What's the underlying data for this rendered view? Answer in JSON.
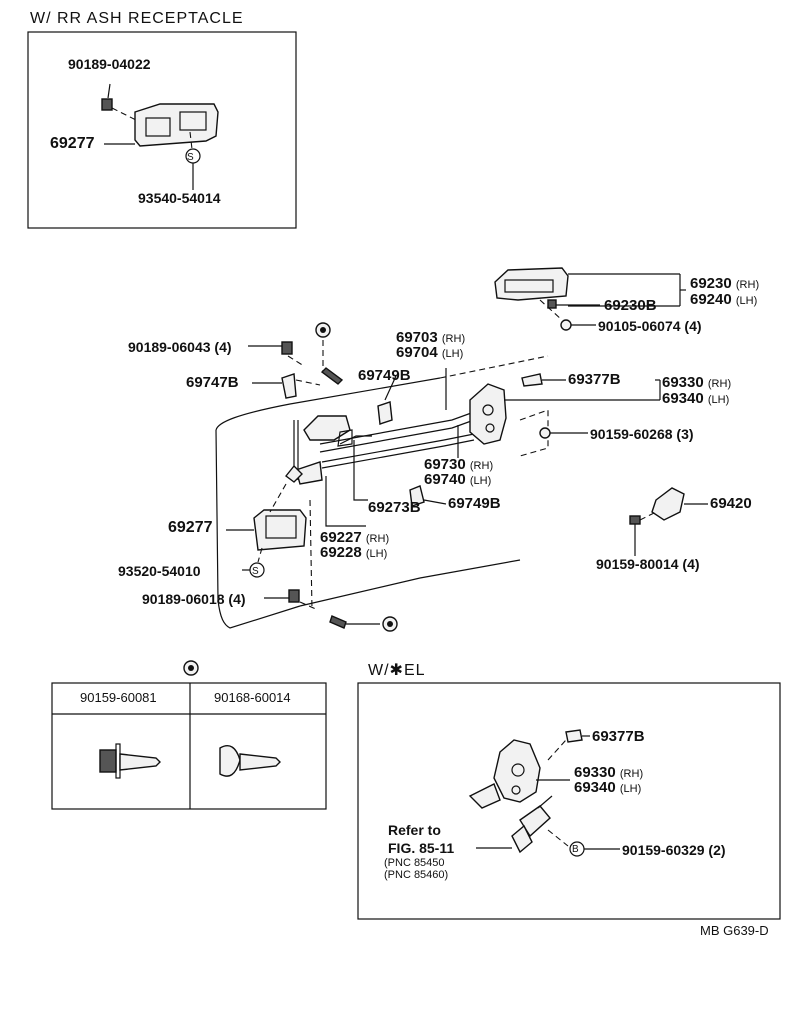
{
  "sections": {
    "ash_receptacle": "W/ RR ASH RECEPTACLE",
    "el_variant": "W/✱EL"
  },
  "parts": {
    "p90189_04022": "90189-04022",
    "p69277_top": "69277",
    "p93540_54014": "93540-54014",
    "p69230": "69230",
    "p69240": "69240",
    "p69230B": "69230B",
    "p90105_06074": "90105-06074 (4)",
    "p90189_06043": "90189-06043 (4)",
    "p69703": "69703",
    "p69704": "69704",
    "p69747B": "69747B",
    "p69749B_a": "69749B",
    "p69377B": "69377B",
    "p69330": "69330",
    "p69340": "69340",
    "p90159_60268": "90159-60268 (3)",
    "p69730": "69730",
    "p69740": "69740",
    "p69273B": "69273B",
    "p69749B_b": "69749B",
    "p69420": "69420",
    "p69277": "69277",
    "p69227": "69227",
    "p69228": "69228",
    "p93520_54010": "93520-54010",
    "p90159_80014": "90159-80014 (4)",
    "p90189_06018": "90189-06018 (4)",
    "p69377B_el": "69377B",
    "p69330_el": "69330",
    "p69340_el": "69340",
    "p90159_60329": "90159-60329 (2)"
  },
  "side": {
    "rh": "(RH)",
    "lh": "(LH)"
  },
  "refer": {
    "line1": "Refer to",
    "line2": "FIG. 85-11",
    "pnc1": "(PNC 85450",
    "pnc2": "(PNC 85460)"
  },
  "table": {
    "col1": "90159-60081",
    "col2": "90168-60014"
  },
  "code": "MB G639-D",
  "marks": {
    "s": "S",
    "b": "B"
  }
}
